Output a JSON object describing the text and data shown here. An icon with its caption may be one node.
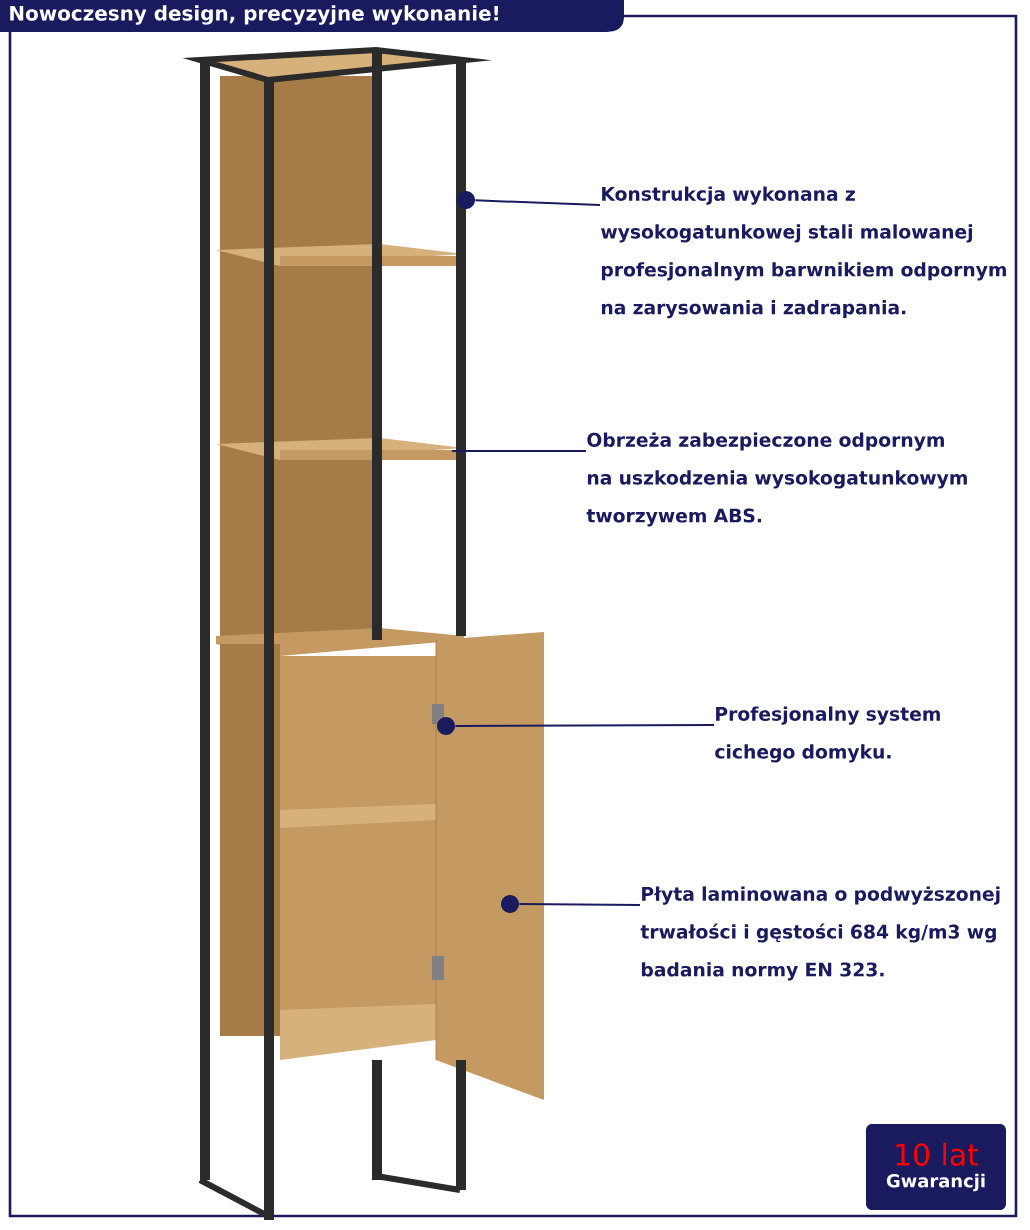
{
  "diagram": {
    "title": "Nowoczesny design, precyzyjne wykonanie!",
    "nodes": [
      {
        "text": [
          "Konstrukcja wykonana z wysokogatunkowej stali malowanej profesjonalnym barwnikiem odpornym na zarysowania i zadrapania."
        ]
      },
      {
        "text": [],
        "shape": "circle"
      },
      {
        "text": [
          "Obrzeża zabezpieczone odpornym na uszkodzenia wysokogatunkowym tworzywem ABS."
        ]
      },
      {
        "text": [
          "Profesjonalny system cichego domyku."
        ]
      },
      {
        "text": [],
        "shape": "circle"
      },
      {
        "text": [
          "Płyta laminowana o podwyższonej trwałości i gęstości 684 kg/m3 wg badania normy EN 323."
        ]
      },
      {
        "text": [],
        "shape": "circle"
      },
      {
        "text": [
          "10 lat",
          "Gwarancji"
        ]
      }
    ],
    "edges": [
      {
        "from": 0,
        "to": 1,
        "arrow": "none"
      },
      {
        "from": 2,
        "to": null,
        "arrow": "none"
      },
      {
        "from": 3,
        "to": 4,
        "arrow": "none"
      },
      {
        "from": 5,
        "to": 6,
        "arrow": "none"
      }
    ]
  }
}
